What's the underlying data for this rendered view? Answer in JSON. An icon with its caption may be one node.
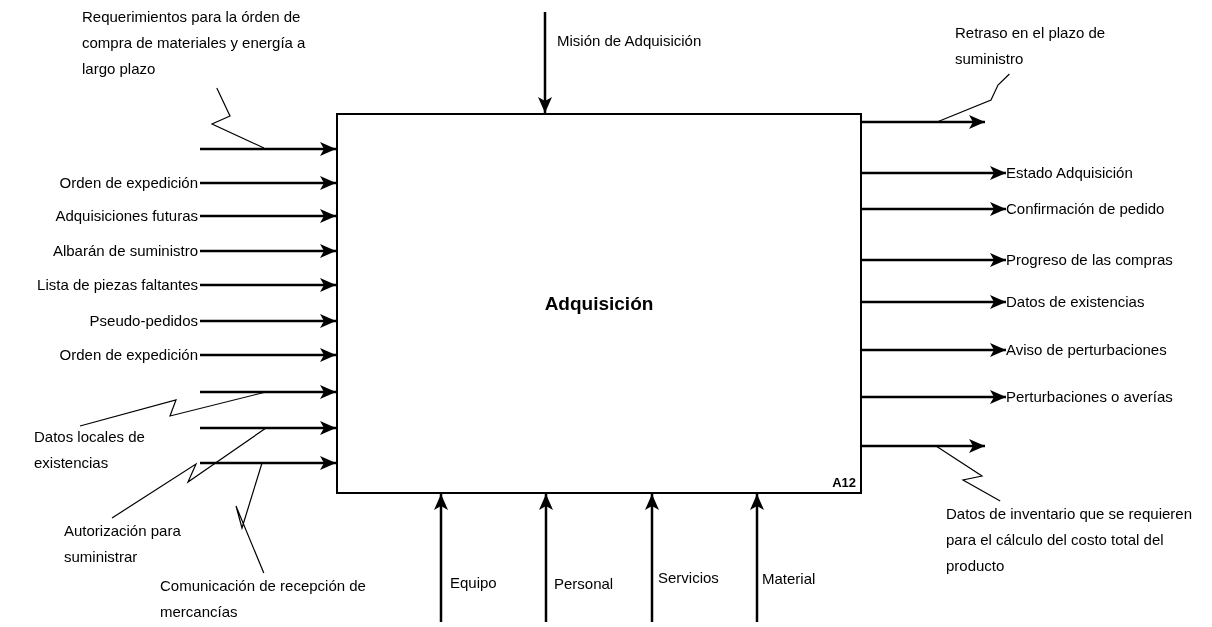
{
  "diagram": {
    "nodes": [
      {
        "text": [
          "Adquisición",
          "A12"
        ]
      },
      {
        "text": [
          "Requerimientos para la órden de compra de materiales y energía a largo plazo"
        ]
      },
      {
        "text": [
          "Orden de expedición"
        ]
      },
      {
        "text": [
          "Adquisiciones futuras"
        ]
      },
      {
        "text": [
          "Albarán de suministro"
        ]
      },
      {
        "text": [
          "Lista de piezas faltantes"
        ]
      },
      {
        "text": [
          "Pseudo-pedidos"
        ]
      },
      {
        "text": [
          "Orden de expedición"
        ]
      },
      {
        "text": [
          "Datos locales de existencias"
        ]
      },
      {
        "text": [
          "Autorización para suministrar"
        ]
      },
      {
        "text": [
          "Comunicación de recepción de mercancías"
        ]
      },
      {
        "text": [
          "Retraso en el plazo de suministro"
        ]
      },
      {
        "text": [
          "Estado Adquisición"
        ]
      },
      {
        "text": [
          "Confirmación de pedido"
        ]
      },
      {
        "text": [
          "Progreso de las compras"
        ]
      },
      {
        "text": [
          "Datos de existencias"
        ]
      },
      {
        "text": [
          "Aviso de perturbaciones"
        ]
      },
      {
        "text": [
          "Perturbaciones o averías"
        ]
      },
      {
        "text": [
          "Datos de inventario que se requieren para el cálculo del costo total del producto"
        ]
      }
    ],
    "edges": [
      {
        "from": null,
        "to": 0,
        "arrow": "to"
      },
      {
        "from": 1,
        "to": null,
        "arrow": "none"
      },
      {
        "from": 2,
        "to": 0,
        "arrow": "to"
      },
      {
        "from": 3,
        "to": 0,
        "arrow": "to"
      },
      {
        "from": 4,
        "to": 0,
        "arrow": "to"
      },
      {
        "from": 5,
        "to": 0,
        "arrow": "to"
      },
      {
        "from": 6,
        "to": 0,
        "arrow": "to"
      },
      {
        "from": 7,
        "to": 0,
        "arrow": "to"
      },
      {
        "from": null,
        "to": 0,
        "arrow": "to"
      },
      {
        "from": 8,
        "to": null,
        "arrow": "none"
      },
      {
        "from": null,
        "to": 0,
        "arrow": "to"
      },
      {
        "from": 9,
        "to": null,
        "arrow": "none"
      },
      {
        "from": null,
        "to": 0,
        "arrow": "to"
      },
      {
        "from": 10,
        "to": null,
        "arrow": "none"
      },
      {
        "from": null,
        "to": 0,
        "arrow": "to",
        "label": "Misión de Adquisición"
      },
      {
        "from": 0,
        "to": null,
        "arrow": "to"
      },
      {
        "from": 11,
        "to": null,
        "arrow": "none"
      },
      {
        "from": 0,
        "to": 12,
        "arrow": "to"
      },
      {
        "from": 0,
        "to": 13,
        "arrow": "to"
      },
      {
        "from": 0,
        "to": 14,
        "arrow": "to"
      },
      {
        "from": 0,
        "to": 15,
        "arrow": "to"
      },
      {
        "from": 0,
        "to": 16,
        "arrow": "to"
      },
      {
        "from": 0,
        "to": 17,
        "arrow": "to"
      },
      {
        "from": 0,
        "to": null,
        "arrow": "to"
      },
      {
        "from": 18,
        "to": null,
        "arrow": "none"
      },
      {
        "from": null,
        "to": 0,
        "arrow": "to",
        "label": "Equipo"
      },
      {
        "from": null,
        "to": 0,
        "arrow": "to",
        "label": "Personal"
      },
      {
        "from": null,
        "to": 0,
        "arrow": "to",
        "label": "Servicios"
      },
      {
        "from": null,
        "to": 0,
        "arrow": "to",
        "label": "Material"
      }
    ]
  }
}
